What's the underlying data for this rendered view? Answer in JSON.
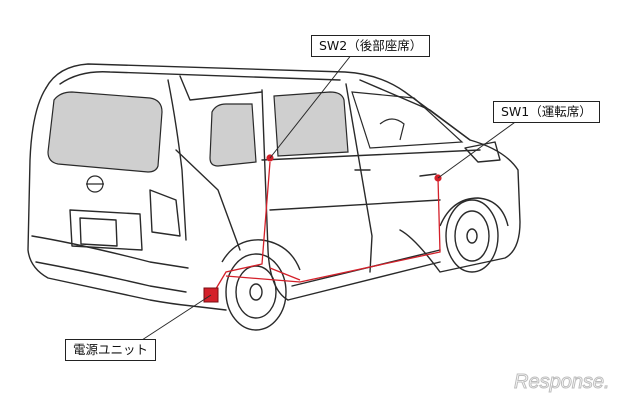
{
  "labels": {
    "sw2": "SW2（後部座席）",
    "sw1": "SW1（運転席）",
    "power_unit": "電源ユニット"
  },
  "watermark": {
    "text": "Response."
  },
  "colors": {
    "outline": "#2a2a2a",
    "window_fill": "#cfcfcf",
    "wire": "#d4202a",
    "watermark": "#bdbdbd"
  }
}
